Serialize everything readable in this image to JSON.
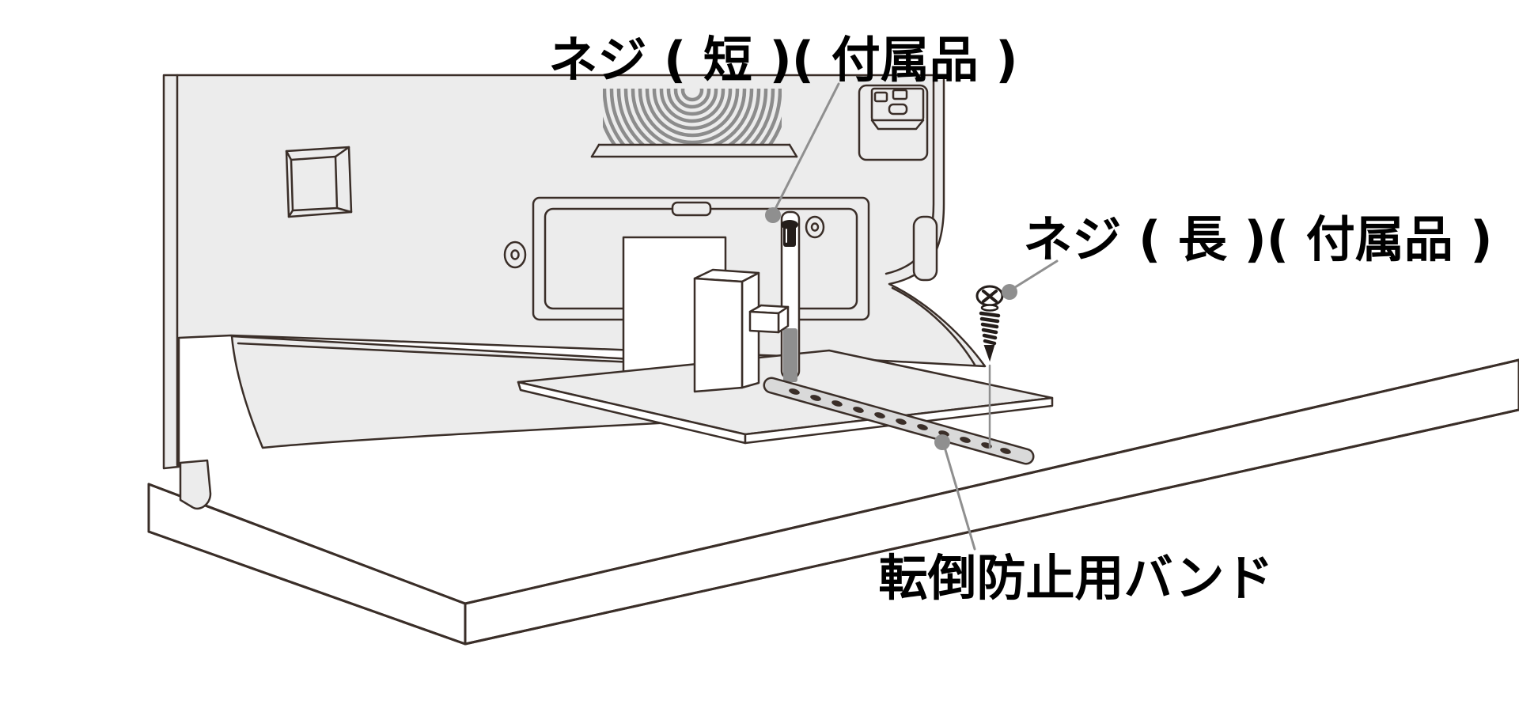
{
  "diagram": {
    "title_context": "tv-anti-tip-band-installation-figure",
    "labels": {
      "screw_short": "ネジ ( 短 )( 付属品 )",
      "screw_long": "ネジ ( 長 )( 付属品 )",
      "band": "転倒防止用バンド"
    },
    "colors": {
      "outline": "#3a2e28",
      "tv_panel_fill": "#ececec",
      "grille_stripe": "#8c8c8c",
      "band_fill": "#d9d9d9",
      "band_hole": "#3a2e28",
      "hanging_strap_gray": "#8f8f8f",
      "leader_line": "#8f8f8f",
      "screw_dark": "#241d1a",
      "background": "#ffffff"
    },
    "components": [
      "tv-back-panel",
      "speaker-grille",
      "vesa-square-recess",
      "screw-boss-left",
      "screw-boss-right",
      "connector-bay",
      "center-recess",
      "stand-neck",
      "stand-base-plate",
      "hanging-strap",
      "strap-bracket",
      "short-screw",
      "long-screw",
      "anti-tip-band",
      "table-top"
    ]
  }
}
